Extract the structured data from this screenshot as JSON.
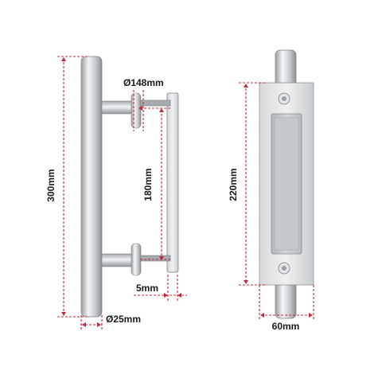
{
  "colors": {
    "dimension": "#c2283a",
    "steel_light": "#eceef0",
    "steel_mid": "#c3c6c9",
    "steel_dark": "#8c9094",
    "outline": "#6d7175"
  },
  "labels": {
    "total_height": "300mm",
    "center_to_center": "180mm",
    "standoff_diameter": "Ø148mm",
    "bar_diameter": "Ø25mm",
    "plate_gap": "5mm",
    "pull_height": "220mm",
    "pull_width": "60mm"
  }
}
